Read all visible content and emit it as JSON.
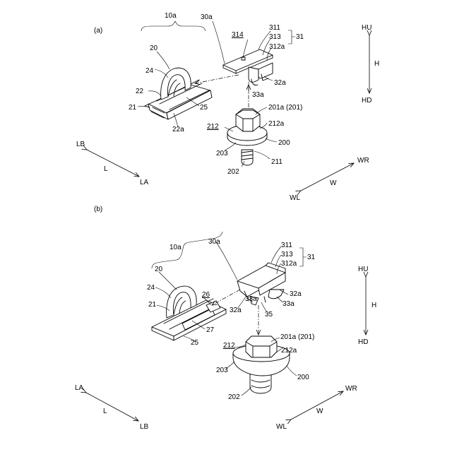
{
  "panels": [
    {
      "id": "a",
      "panel_label": "(a)",
      "labels": {
        "10a": "10a",
        "30a": "30a",
        "314": "314",
        "311": "311",
        "313": "313",
        "312a": "312a",
        "31": "31",
        "20": "20",
        "24": "24",
        "22": "22",
        "21": "21",
        "25": "25",
        "22a": "22a",
        "32a": "32a",
        "33a": "33a",
        "201a": "201a (201)",
        "212": "212",
        "212a": "212a",
        "203": "203",
        "200": "200",
        "211": "211",
        "202": "202"
      },
      "axes": {
        "HU": "HU",
        "H": "H",
        "HD": "HD",
        "LB": "LB",
        "L": "L",
        "LA": "LA",
        "WR": "WR",
        "W": "W",
        "WL": "WL"
      }
    },
    {
      "id": "b",
      "panel_label": "(b)",
      "labels": {
        "10a": "10a",
        "30a": "30a",
        "311": "311",
        "313": "313",
        "312a": "312a",
        "31": "31",
        "20": "20",
        "24": "24",
        "26": "26",
        "21": "21",
        "27": "27",
        "25": "25",
        "32a_left": "32a",
        "33a_left": "33a",
        "32a_right": "32a",
        "33a_right": "33a",
        "35": "35",
        "201a": "201a (201)",
        "212": "212",
        "212a": "212a",
        "203": "203",
        "200": "200",
        "202": "202"
      },
      "axes": {
        "HU": "HU",
        "H": "H",
        "HD": "HD",
        "LA": "LA",
        "L": "L",
        "LB": "LB",
        "WR": "WR",
        "W": "W",
        "WL": "WL"
      }
    }
  ]
}
